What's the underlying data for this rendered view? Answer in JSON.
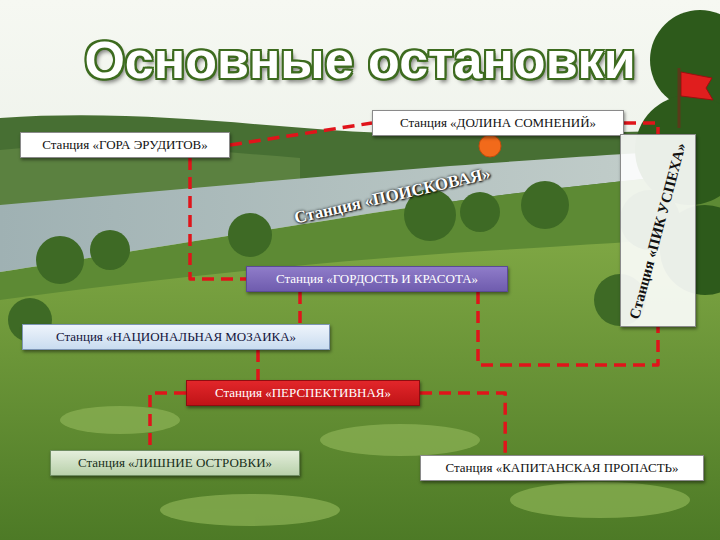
{
  "diagram": {
    "title": "Основные остановки",
    "nodes": [
      {
        "text": [
          "Станция «ДОЛИНА СОМНЕНИЙ»"
        ]
      },
      {
        "text": [
          "Станция «ГОРА ЭРУДИТОВ»"
        ]
      },
      {
        "text": [
          "Станция «ПИК УСПЕХА»"
        ]
      },
      {
        "text": [
          "Станция «ГОРДОСТЬ И КРАСОТА»"
        ]
      },
      {
        "text": [
          "Станция «НАЦИОНАЛЬНАЯ МОЗАИКА»"
        ]
      },
      {
        "text": [
          "Станция «ПЕРСПЕКТИВНАЯ»"
        ]
      },
      {
        "text": [
          "Станция «ЛИШНИЕ ОСТРОВКИ»"
        ]
      },
      {
        "text": [
          "Станция «КАПИТАНСКАЯ ПРОПАСТЬ»"
        ]
      }
    ],
    "edges": [
      {
        "from": 1,
        "to": 0,
        "arrow": "none"
      },
      {
        "from": 0,
        "to": 2,
        "arrow": "none"
      },
      {
        "from": 1,
        "to": 3,
        "arrow": "none"
      },
      {
        "from": 3,
        "to": 4,
        "arrow": "none"
      },
      {
        "from": 4,
        "to": 5,
        "arrow": "none"
      },
      {
        "from": 5,
        "to": 6,
        "arrow": "none"
      },
      {
        "from": 5,
        "to": 7,
        "arrow": "none"
      },
      {
        "from": 3,
        "to": 2,
        "arrow": "none"
      }
    ],
    "labels": [
      "Станция «ПОИСКОВАЯ»"
    ]
  }
}
